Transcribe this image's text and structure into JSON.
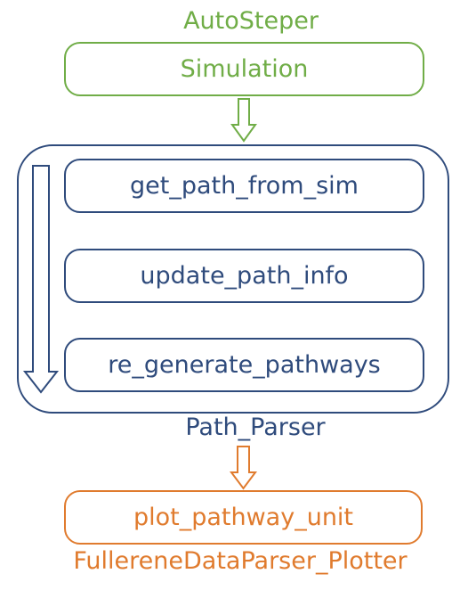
{
  "autosteper": {
    "title": "AutoSteper",
    "simulation_label": "Simulation"
  },
  "path_parser": {
    "steps": [
      "get_path_from_sim",
      "update_path_info",
      "re_generate_pathways"
    ],
    "title": "Path_Parser"
  },
  "plotter": {
    "unit_label": "plot_pathway_unit",
    "title": "FullereneDataParser_Plotter"
  },
  "colors": {
    "autosteper": "#70ad47",
    "path_parser": "#2f4b7c",
    "plotter": "#e07b2e"
  }
}
